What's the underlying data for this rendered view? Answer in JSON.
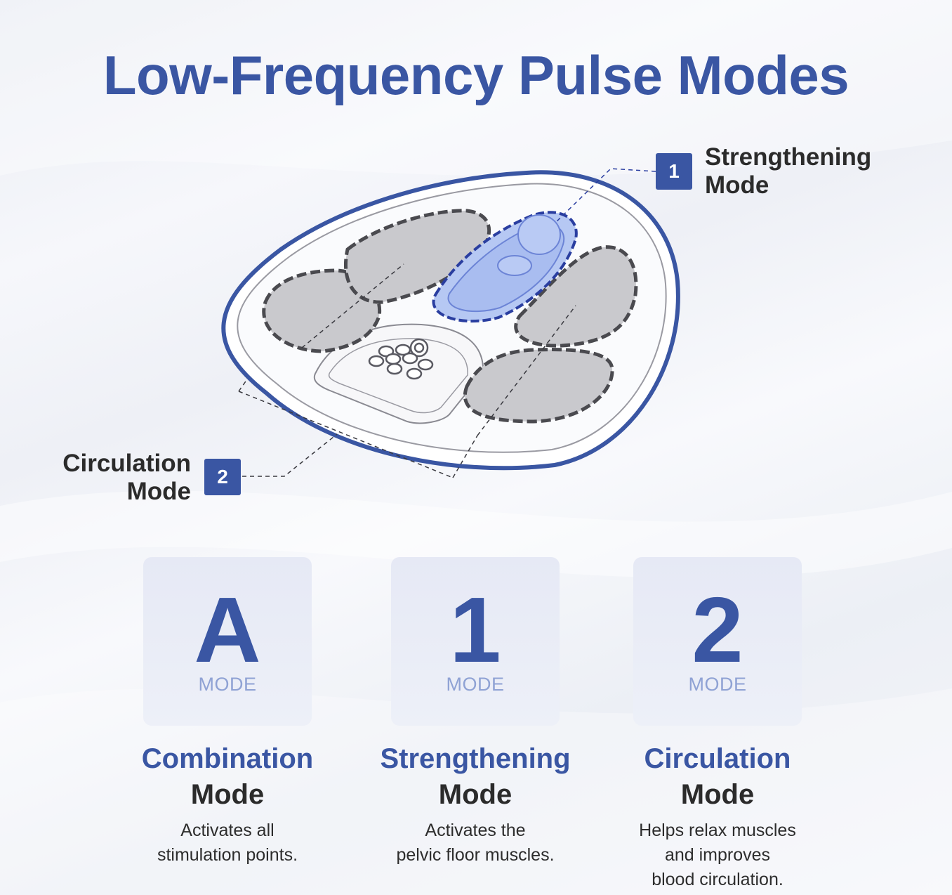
{
  "title": "Low-Frequency Pulse Modes",
  "callouts": [
    {
      "number": "1",
      "lines": [
        "Strengthening",
        "Mode"
      ]
    },
    {
      "number": "2",
      "lines": [
        "Circulation",
        "Mode"
      ]
    }
  ],
  "modes": [
    {
      "letter": "A",
      "label": "MODE",
      "name": "Combination",
      "suffix": "Mode",
      "description": [
        "Activates all",
        "stimulation points."
      ]
    },
    {
      "letter": "1",
      "label": "MODE",
      "name": "Strengthening",
      "suffix": "Mode",
      "description": [
        "Activates the",
        "pelvic floor muscles."
      ]
    },
    {
      "letter": "2",
      "label": "MODE",
      "name": "Circulation",
      "suffix": "Mode",
      "description": [
        "Helps relax muscles",
        "and improves",
        "blood circulation."
      ]
    }
  ],
  "colors": {
    "accent": "#3a56a3",
    "highlight_pad": "#b3c6f2",
    "pad_gray": "#c8c8cc",
    "text_dark": "#2b2b2b"
  },
  "icons": [
    "pelvic-device-illustration",
    "control-panel-buttons"
  ]
}
